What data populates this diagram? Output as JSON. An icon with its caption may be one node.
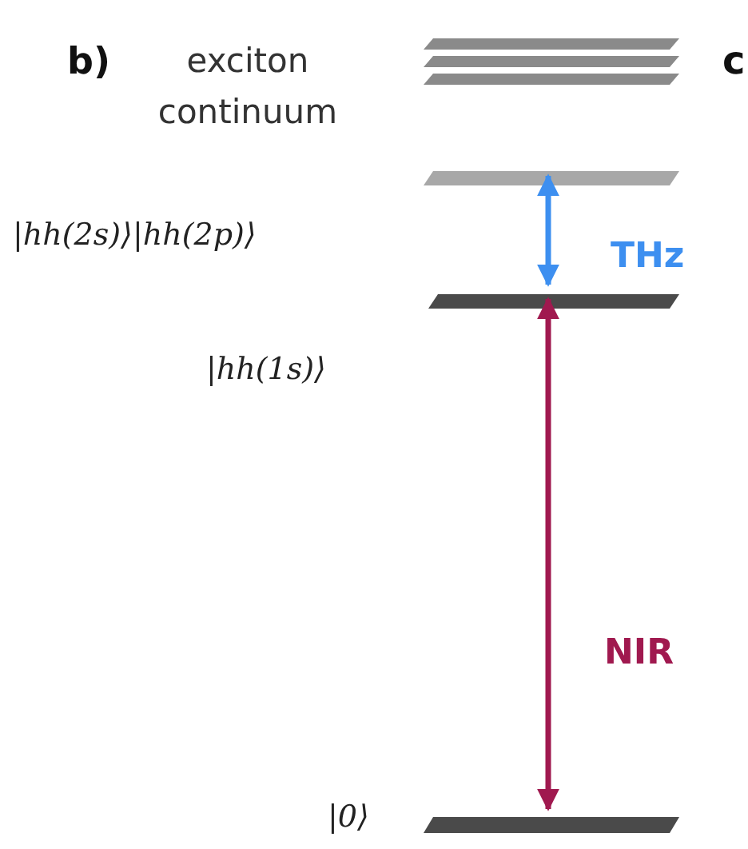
{
  "diagram": {
    "nodes": [
      {
        "text": [],
        "shape": "bar",
        "beside": [
          "exciton continuum"
        ]
      },
      {
        "text": [],
        "shape": "bar"
      },
      {
        "text": [],
        "shape": "bar"
      },
      {
        "text": [],
        "shape": "bar",
        "beside": [
          "|0⟩"
        ]
      }
    ],
    "edges": [
      {
        "from": 2,
        "to": 1,
        "arrow": "both",
        "label": "THz",
        "color": "#3d8ff0"
      },
      {
        "from": 3,
        "to": 2,
        "arrow": "both",
        "label": "NIR",
        "color": "#a0194f"
      }
    ],
    "labels": [
      "b)",
      "c",
      "|hh(2s)⟩|hh(2p)⟩",
      "|hh(1s)⟩"
    ]
  }
}
